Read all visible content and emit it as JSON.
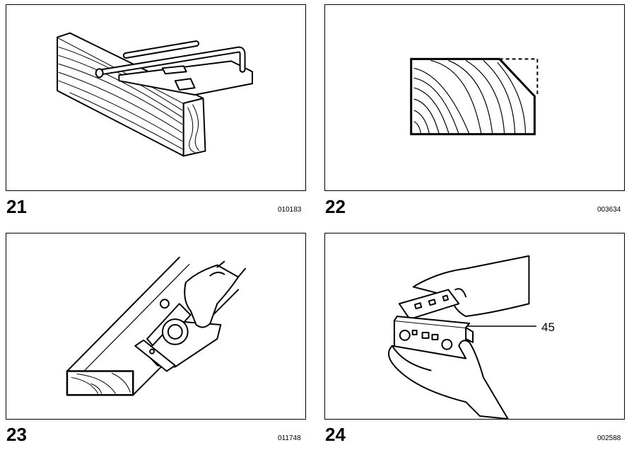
{
  "figures": [
    {
      "number": "21",
      "code": "010183"
    },
    {
      "number": "22",
      "code": "003634"
    },
    {
      "number": "23",
      "code": "011748"
    },
    {
      "number": "24",
      "code": "002588",
      "callout": "45"
    }
  ]
}
